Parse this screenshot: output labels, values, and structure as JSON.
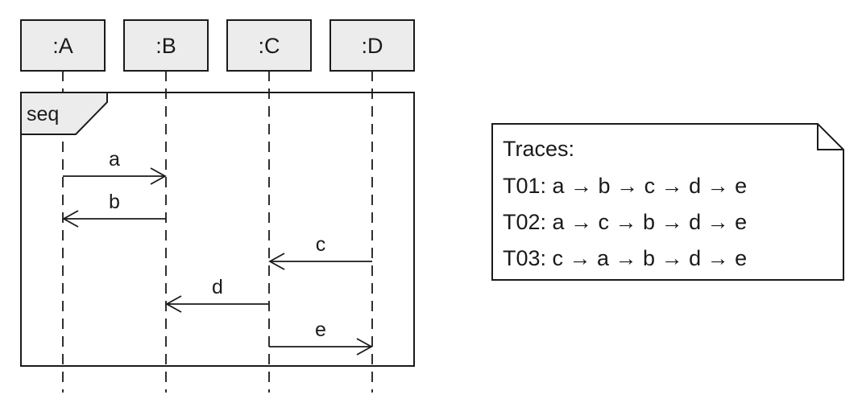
{
  "lifelines": [
    ":A",
    ":B",
    ":C",
    ":D"
  ],
  "fragment": {
    "operator": "seq"
  },
  "messages": [
    {
      "label": "a",
      "from": 0,
      "to": 1
    },
    {
      "label": "b",
      "from": 1,
      "to": 0
    },
    {
      "label": "c",
      "from": 3,
      "to": 2
    },
    {
      "label": "d",
      "from": 2,
      "to": 1
    },
    {
      "label": "e",
      "from": 2,
      "to": 3
    }
  ],
  "note": {
    "lines": [
      "Traces:",
      "T01: a → b → c → d → e",
      "T02: a → c → b → d → e",
      "T03: c → a → b → d → e"
    ]
  }
}
